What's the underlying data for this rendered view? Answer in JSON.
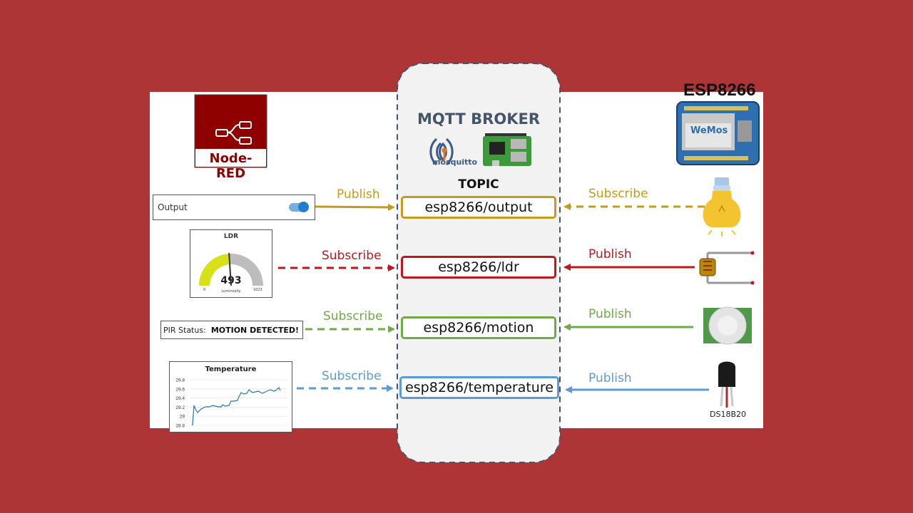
{
  "broker": {
    "title": "MQTT BROKER",
    "mosquitto_label": "mosquitto",
    "topic_header": "TOPIC"
  },
  "esp_title": "ESP8266",
  "esp_board_brand": "WeMos",
  "nodered_label": "Node-RED",
  "dashboard": {
    "output_label": "Output",
    "gauge": {
      "title": "LDR",
      "value": "493",
      "min": "0",
      "max": "1023",
      "unit": "Luminosity",
      "fraction": 0.48
    },
    "pir": {
      "label": "PIR Status:",
      "status": "MOTION DETECTED!"
    },
    "temperature_chart": {
      "title": "Temperature",
      "yticks": [
        "29.8",
        "29.6",
        "29.4",
        "29.2",
        "29",
        "28.8"
      ]
    }
  },
  "rows": [
    {
      "topic": "esp8266/output",
      "left_action": "Publish",
      "right_action": "Subscribe",
      "color": "#c69b1b"
    },
    {
      "topic": "esp8266/ldr",
      "left_action": "Subscribe",
      "right_action": "Publish",
      "color": "#c0161c"
    },
    {
      "topic": "esp8266/motion",
      "left_action": "Subscribe",
      "right_action": "Publish",
      "color": "#6fab45"
    },
    {
      "topic": "esp8266/temperature",
      "left_action": "Subscribe",
      "right_action": "Publish",
      "color": "#5b9bd5"
    }
  ],
  "sensor_label": "DS18B20",
  "colors": {
    "background": "#ae3535",
    "broker_fill": "#f2f2f2",
    "broker_border": "#44546a",
    "nodered": "#8f0000"
  },
  "icons": [
    "nodered-logo",
    "mosquitto-logo",
    "raspberry-pi-icon",
    "wemos-board-icon",
    "lightbulb-icon",
    "ldr-sensor-icon",
    "pir-sensor-icon",
    "ds18b20-sensor-icon",
    "toggle-switch-icon"
  ]
}
